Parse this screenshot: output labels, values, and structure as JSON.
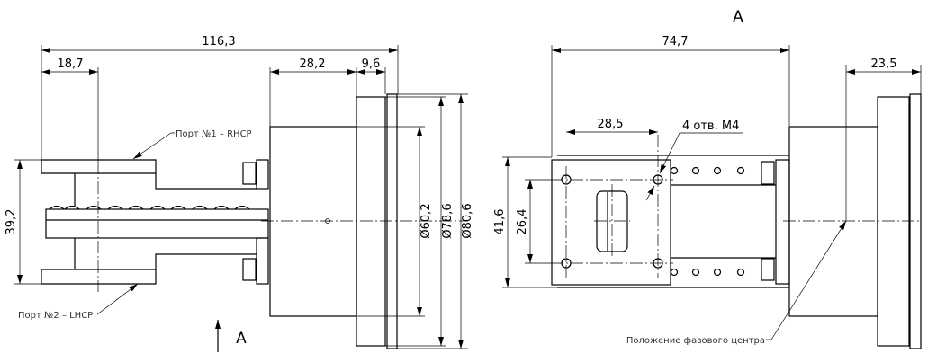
{
  "left_view": {
    "dims": {
      "overall_length": "116,3",
      "port_offset": "18,7",
      "body_length": "28,2",
      "flange_thickness": "9,6",
      "port_spacing": "39,2",
      "diam_body": "Ø60,2",
      "diam_flange1": "Ø78,6",
      "diam_flange2": "Ø80,6"
    },
    "port1_label": "Порт №1 – RHCP",
    "port2_label": "Порт №2 – LHCP",
    "view_marker": "A"
  },
  "right_view": {
    "title": "A",
    "dims": {
      "overall_length": "74,7",
      "phase_center_offset": "23,5",
      "hole_spacing_h": "28,5",
      "plate_height": "41,6",
      "hole_spacing_v": "26,4"
    },
    "holes_label": "4 отв. M4",
    "phase_center_label": "Положение фазового центра"
  }
}
